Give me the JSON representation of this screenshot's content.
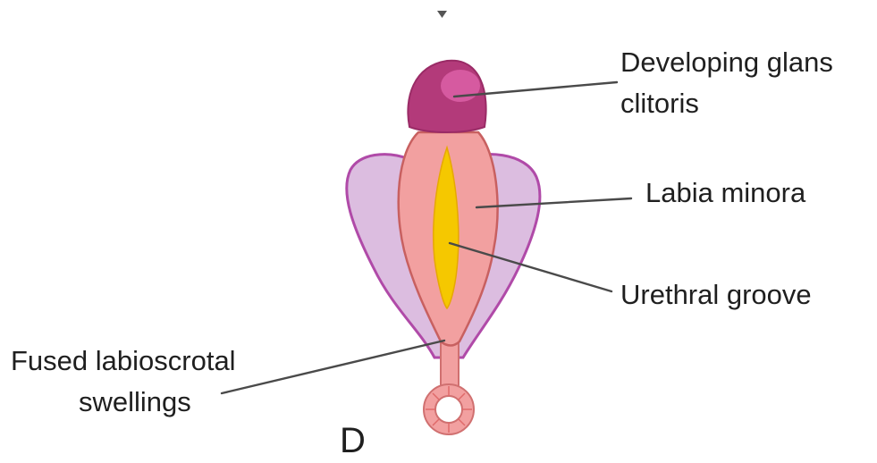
{
  "labels": {
    "glans_line1": "Developing glans",
    "glans_line2": "clitoris",
    "labia_minora": "Labia minora",
    "urethral_groove": "Urethral groove",
    "fused_line1": "Fused labioscrotal",
    "fused_line2": "swellings"
  },
  "panel_letter": "D",
  "colors": {
    "glans": "#b33a7a",
    "glans_highlight": "#d65aa0",
    "labia_minora": "#f2a0a0",
    "labioscrotal": "#dcbde0",
    "labioscrotal_outline": "#b04aa8",
    "urethral_groove": "#f5c800",
    "leader_lines": "#4a4a4a"
  }
}
